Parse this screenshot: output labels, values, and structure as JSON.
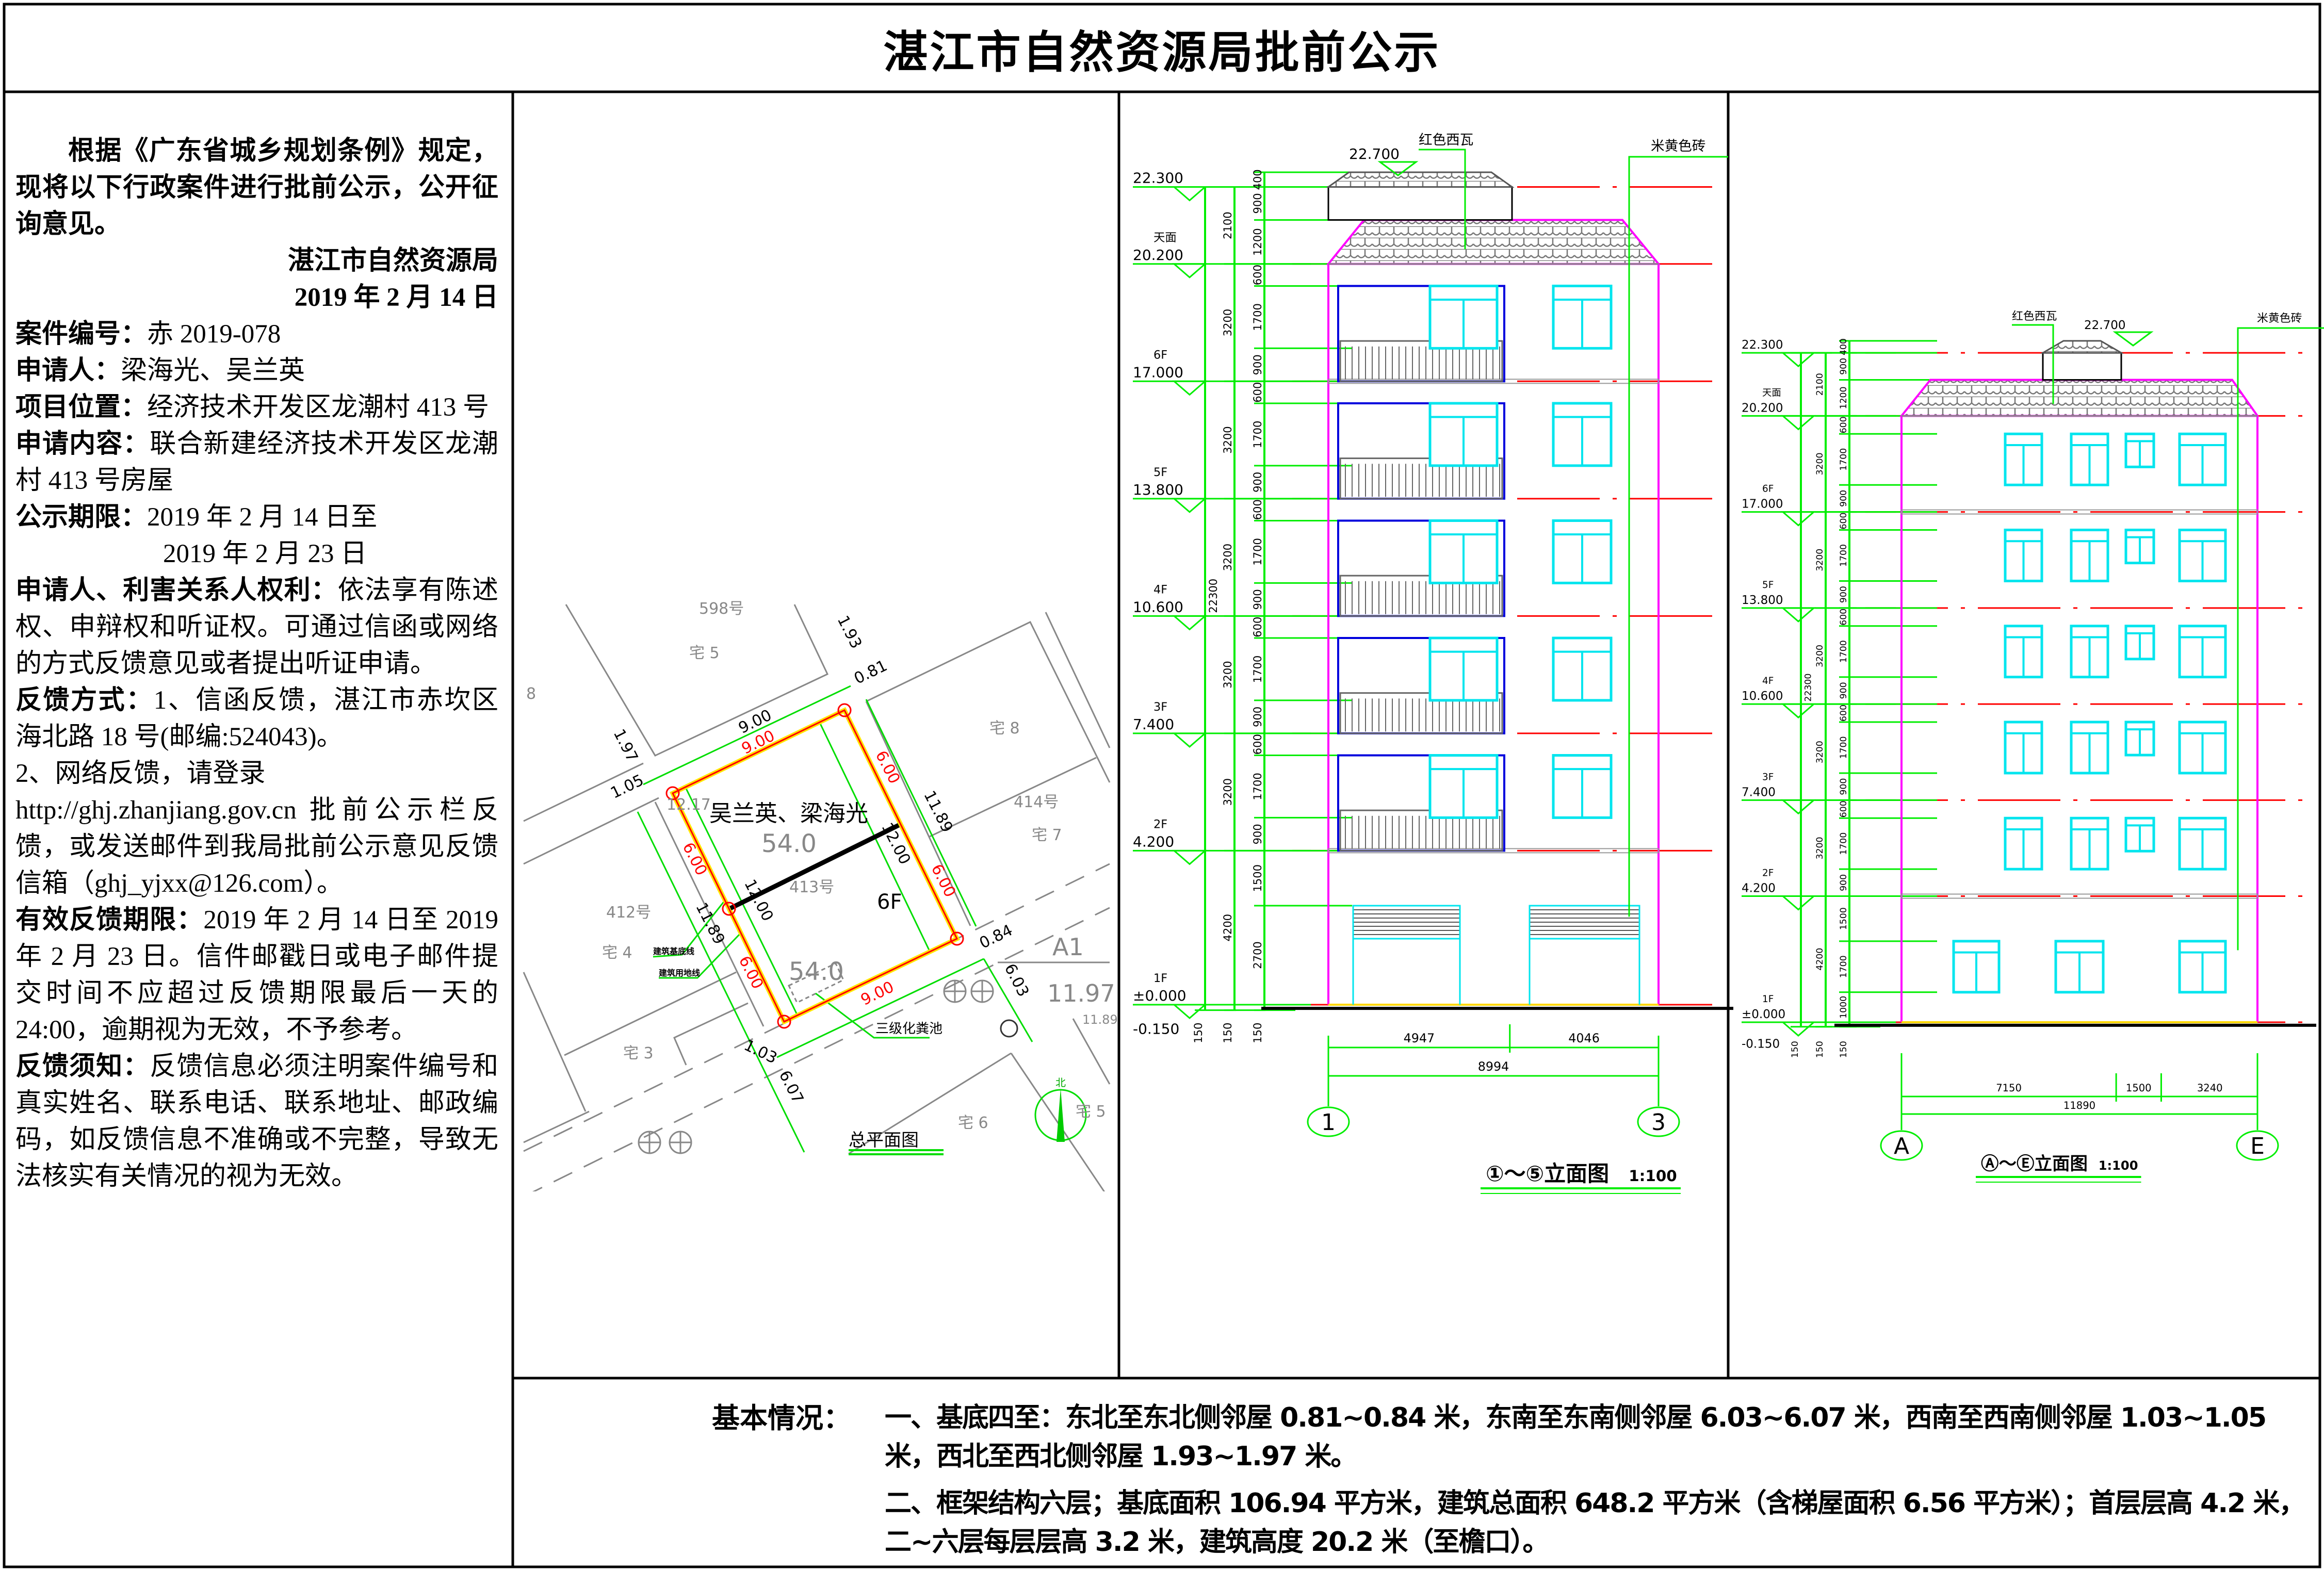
{
  "title": "湛江市自然资源局批前公示",
  "notice": {
    "intro": "根据《广东省城乡规划条例》规定，现将以下行政案件进行批前公示，公开征询意见。",
    "issuer": "湛江市自然资源局",
    "issue_date": "2019 年 2 月 14 日",
    "case_no_label": "案件编号：",
    "case_no": "赤 2019-078",
    "applicant_label": "申请人：",
    "applicant": "梁海光、吴兰英",
    "location_label": "项目位置：",
    "location": "经济技术开发区龙潮村 413 号",
    "content_label": "申请内容：",
    "content": "联合新建经济技术开发区龙潮村 413 号房屋",
    "period_label": "公示期限：",
    "period_start": "2019 年 2 月 14 日至",
    "period_end": "2019 年 2 月 23 日",
    "rights_label": "申请人、利害关系人权利：",
    "rights": "依法享有陈述权、申辩权和听证权。可通过信函或网络的方式反馈意见或者提出听证申请。",
    "feedback_label": "反馈方式：",
    "feedback_1": "1、信函反馈，湛江市赤坎区海北路 18 号(邮编:524043)。",
    "feedback_2": "2、网络反馈，请登录",
    "feedback_2_url": "http://ghj.zhanjiang.gov.cn 批前公示栏反馈，或发送邮件到我局批前公示意见反馈信箱（ghj_yjxx@126.com）。",
    "valid_label": "有效反馈期限：",
    "valid": "2019 年 2 月 14 日至 2019 年 2 月 23 日。信件邮戳日或电子邮件提交时间不应超过反馈期限最后一天的 24:00，逾期视为无效，不予参考。",
    "notes_label": "反馈须知：",
    "notes": "反馈信息必须注明案件编号和真实姓名、联系电话、联系地址、邮政编码，如反馈信息不准确或不完整，导致无法核实有关情况的视为无效。"
  },
  "basic_info": {
    "label": "基本情况：",
    "items": [
      "一、基底四至：东北至东北侧邻屋 0.81~0.84 米，东南至东南侧邻屋 6.03~6.07 米，西南至西南侧邻屋 1.03~1.05 米，西北至西北侧邻屋 1.93~1.97 米。",
      "二、框架结构六层；基底面积 106.94 平方米，建筑总面积 648.2 平方米（含梯屋面积 6.56 平方米）；首层层高 4.2 米，二~六层每层层高 3.2 米，建筑高度 20.2 米（至檐口）。"
    ]
  },
  "site_plan": {
    "title": "总平面图",
    "owners": "吴兰英、梁海光",
    "area_upper": "54.0",
    "area_lower": "54.0",
    "floors": "6F",
    "house_no": "413号",
    "neighbor_398": "598号",
    "house_5": "宅 5",
    "num_8": "8",
    "house_8": "宅 8",
    "neighbor_414": "414号",
    "house_7": "宅 7",
    "neighbor_412": "412号",
    "house_4": "宅 4",
    "house_3": "宅 3",
    "house_6": "宅 6",
    "house_5b": "宅 5",
    "base_line": "建筑基底线",
    "land_line": "建筑用地线",
    "septic": "三级化粪池",
    "block": "A1",
    "road_width": "11.97",
    "road_elev": "11.89",
    "elev_1217": "12.17",
    "north": "北",
    "dims": {
      "nw_outer": "9.00",
      "nw_inner": "9.00",
      "se_inner": "9.00",
      "ne_upper": "6.00",
      "ne_lower": "6.00",
      "sw_upper": "6.00",
      "sw_lower": "6.00",
      "ne_total": "11.89",
      "sw_total": "11.89",
      "mid_a": "12.00",
      "mid_b": "12.00",
      "d197": "1.97",
      "d105": "1.05",
      "d193": "1.93",
      "d081": "0.81",
      "d084": "0.84",
      "d603": "6.03",
      "d607": "6.07",
      "d103": "1.03"
    }
  },
  "elevation_front": {
    "title": "①～⑤立面图",
    "scale": "1:100",
    "roof_level": "22.700",
    "roof_label": "红色西瓦",
    "wall_label": "米黄色砖",
    "levels": [
      {
        "floor": "",
        "value": "22.300"
      },
      {
        "floor": "天面",
        "value": "20.200"
      },
      {
        "floor": "6F",
        "value": "17.000"
      },
      {
        "floor": "5F",
        "value": "13.800"
      },
      {
        "floor": "4F",
        "value": "10.600"
      },
      {
        "floor": "3F",
        "value": "7.400"
      },
      {
        "floor": "2F",
        "value": "4.200"
      },
      {
        "floor": "1F",
        "value": "±0.000"
      }
    ],
    "below_level": "-0.150",
    "col1": [
      "22300"
    ],
    "col2": [
      "4200",
      "3200",
      "3200",
      "3200",
      "3200",
      "3200",
      "2100"
    ],
    "col3": [
      "2700",
      "1500",
      "900",
      "1700",
      "600",
      "900",
      "1700",
      "600",
      "900",
      "1700",
      "600",
      "900",
      "1700",
      "600",
      "900",
      "1700",
      "600",
      "1200",
      "900",
      "400"
    ],
    "base": [
      "150",
      "150",
      "150"
    ],
    "widths": [
      "4947",
      "4046"
    ],
    "total_width": "8994",
    "axis_left": "1",
    "axis_right": "3",
    "colors": {
      "level": "#ff0000",
      "dim": "#00ee00",
      "window": "#00e5ee",
      "outline": "#ff00ff",
      "balcony": "#0000dd"
    }
  },
  "elevation_side": {
    "title": "Ⓐ～Ⓔ立面图",
    "scale": "1:100",
    "roof_level": "22.700",
    "roof_label": "红色西瓦",
    "wall_label": "米黄色砖",
    "levels": [
      {
        "floor": "",
        "value": "22.300"
      },
      {
        "floor": "天面",
        "value": "20.200"
      },
      {
        "floor": "6F",
        "value": "17.000"
      },
      {
        "floor": "5F",
        "value": "13.800"
      },
      {
        "floor": "4F",
        "value": "10.600"
      },
      {
        "floor": "3F",
        "value": "7.400"
      },
      {
        "floor": "2F",
        "value": "4.200"
      },
      {
        "floor": "1F",
        "value": "±0.000"
      }
    ],
    "below_level": "-0.150",
    "col1": [
      "22300"
    ],
    "col2": [
      "4200",
      "3200",
      "3200",
      "3200",
      "3200",
      "3200",
      "2100"
    ],
    "col3": [
      "1000",
      "1700",
      "1500",
      "900",
      "1700",
      "600",
      "900",
      "1700",
      "600",
      "900",
      "1700",
      "600",
      "900",
      "1700",
      "600",
      "900",
      "1700",
      "600",
      "1200",
      "900",
      "400"
    ],
    "base": [
      "150",
      "150",
      "150"
    ],
    "widths": [
      "7150",
      "1500",
      "3240"
    ],
    "total_width": "11890",
    "axis_left": "A",
    "axis_right": "E"
  }
}
